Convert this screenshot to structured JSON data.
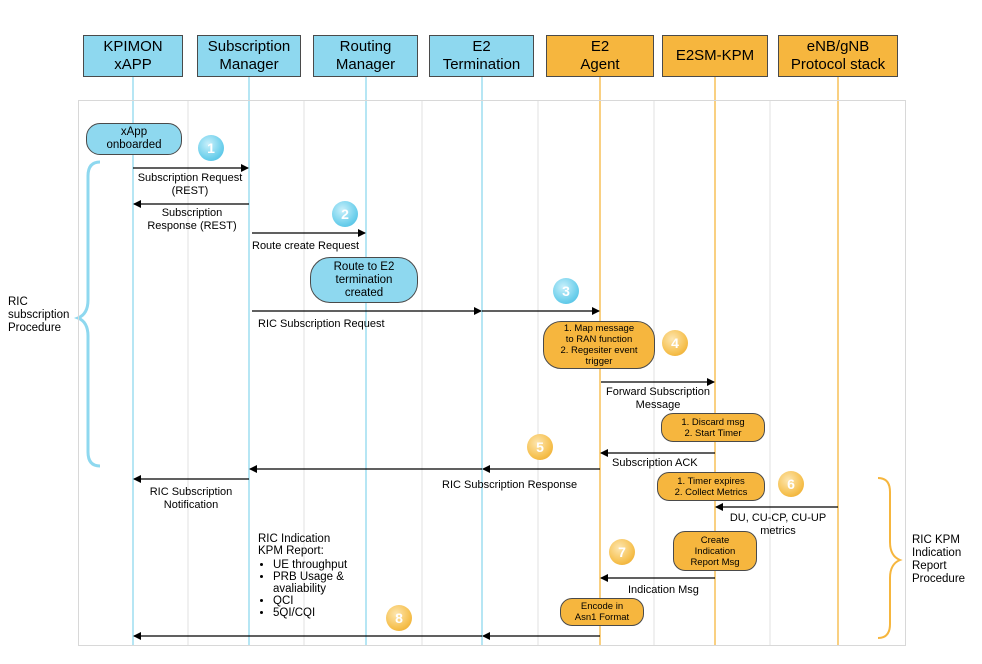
{
  "lifelines": [
    {
      "label": "KPIMON\nxAPP",
      "color": "#8ed8ef"
    },
    {
      "label": "Subscription\nManager",
      "color": "#8ed8ef"
    },
    {
      "label": "Routing\nManager",
      "color": "#8ed8ef"
    },
    {
      "label": "E2\nTermination",
      "color": "#8ed8ef"
    },
    {
      "label": "E2\nAgent",
      "color": "#f6b63e"
    },
    {
      "label": "E2SM-KPM",
      "color": "#f6b63e"
    },
    {
      "label": "eNB/gNB\nProtocol stack",
      "color": "#f6b63e"
    }
  ],
  "procedures": {
    "subscription": "RIC\nsubscription\nProcedure",
    "indication": "RIC KPM\nIndication\nReport\nProcedure"
  },
  "steps": [
    "1",
    "2",
    "3",
    "4",
    "5",
    "6",
    "7",
    "8"
  ],
  "notes": {
    "xapp_onboarded": "xApp\nonboarded",
    "route_created": "Route to E2\ntermination\ncreated",
    "map_message": "1. Map message\nto RAN function\n2. Regesiter event\ntrigger",
    "discard_msg": "1. Discard msg\n2. Start Timer",
    "timer_expires": "1. Timer expires\n2. Collect Metrics",
    "create_indication": "Create\nIndication\nReport Msg",
    "encode_asn1": "Encode in\nAsn1 Format"
  },
  "messages": {
    "sub_request_rest": "Subscription Request\n(REST)",
    "sub_response_rest": "Subscription\nResponse (REST)",
    "route_create": "Route create Request",
    "ric_sub_request": "RIC Subscription Request",
    "forward_sub": "Forward Subscription\nMessage",
    "sub_ack": "Subscription ACK",
    "ric_sub_response": "RIC Subscription Response",
    "ric_sub_notification": "RIC Subscription\nNotification",
    "du_metrics": "DU, CU-CP, CU-UP\nmetrics",
    "indication_msg": "Indication Msg"
  },
  "indication_report": {
    "title": "RIC Indication\nKPM Report:",
    "items": [
      "UE throughput",
      "PRB Usage &\navaliability",
      "QCI",
      "5QI/CQI"
    ]
  },
  "colors": {
    "blue": "#8ed8ef",
    "orange": "#f6b63e",
    "bracket_blue": "#8ed8ef",
    "bracket_orange": "#f6b63e"
  }
}
